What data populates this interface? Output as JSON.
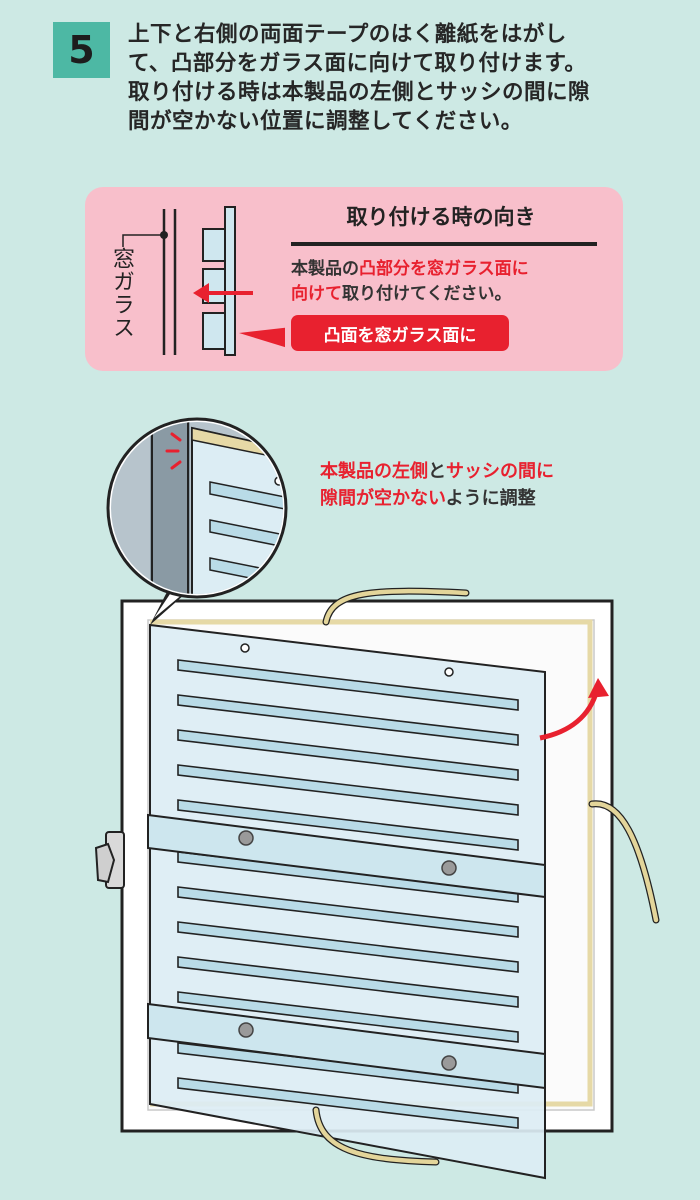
{
  "step": {
    "number": "5",
    "instruction": "上下と右側の両面テープのはく離紙をはがして、凸部分をガラス面に向けて取り付けます。取り付ける時は本製品の左側とサッシの間に隙間が空かない位置に調整してください。"
  },
  "orientation_card": {
    "title": "取り付ける時の向き",
    "body": {
      "part1": "本製品の",
      "part2": "凸部分を窓ガラス面に",
      "part3": "向けて",
      "part4": "取り付けてください。"
    },
    "pill_label": "凸面を窓ガラス面に",
    "window_label": "窓ガラス"
  },
  "gap_note": {
    "part1": "本製品の左側",
    "part2": "と",
    "part3": "サッシの間に",
    "part4": "隙間が空かない",
    "part5": "ように調整"
  },
  "colors": {
    "background": "#cde9e4",
    "badge": "#4db8a4",
    "card": "#f8bfcb",
    "accent_red": "#e8212f",
    "panel": "#dcedf4",
    "tape": "#e8dcaa"
  },
  "icons": [
    "arrow-left-icon",
    "curved-arrow-icon",
    "impact-mark-icon",
    "window-latch-icon"
  ]
}
